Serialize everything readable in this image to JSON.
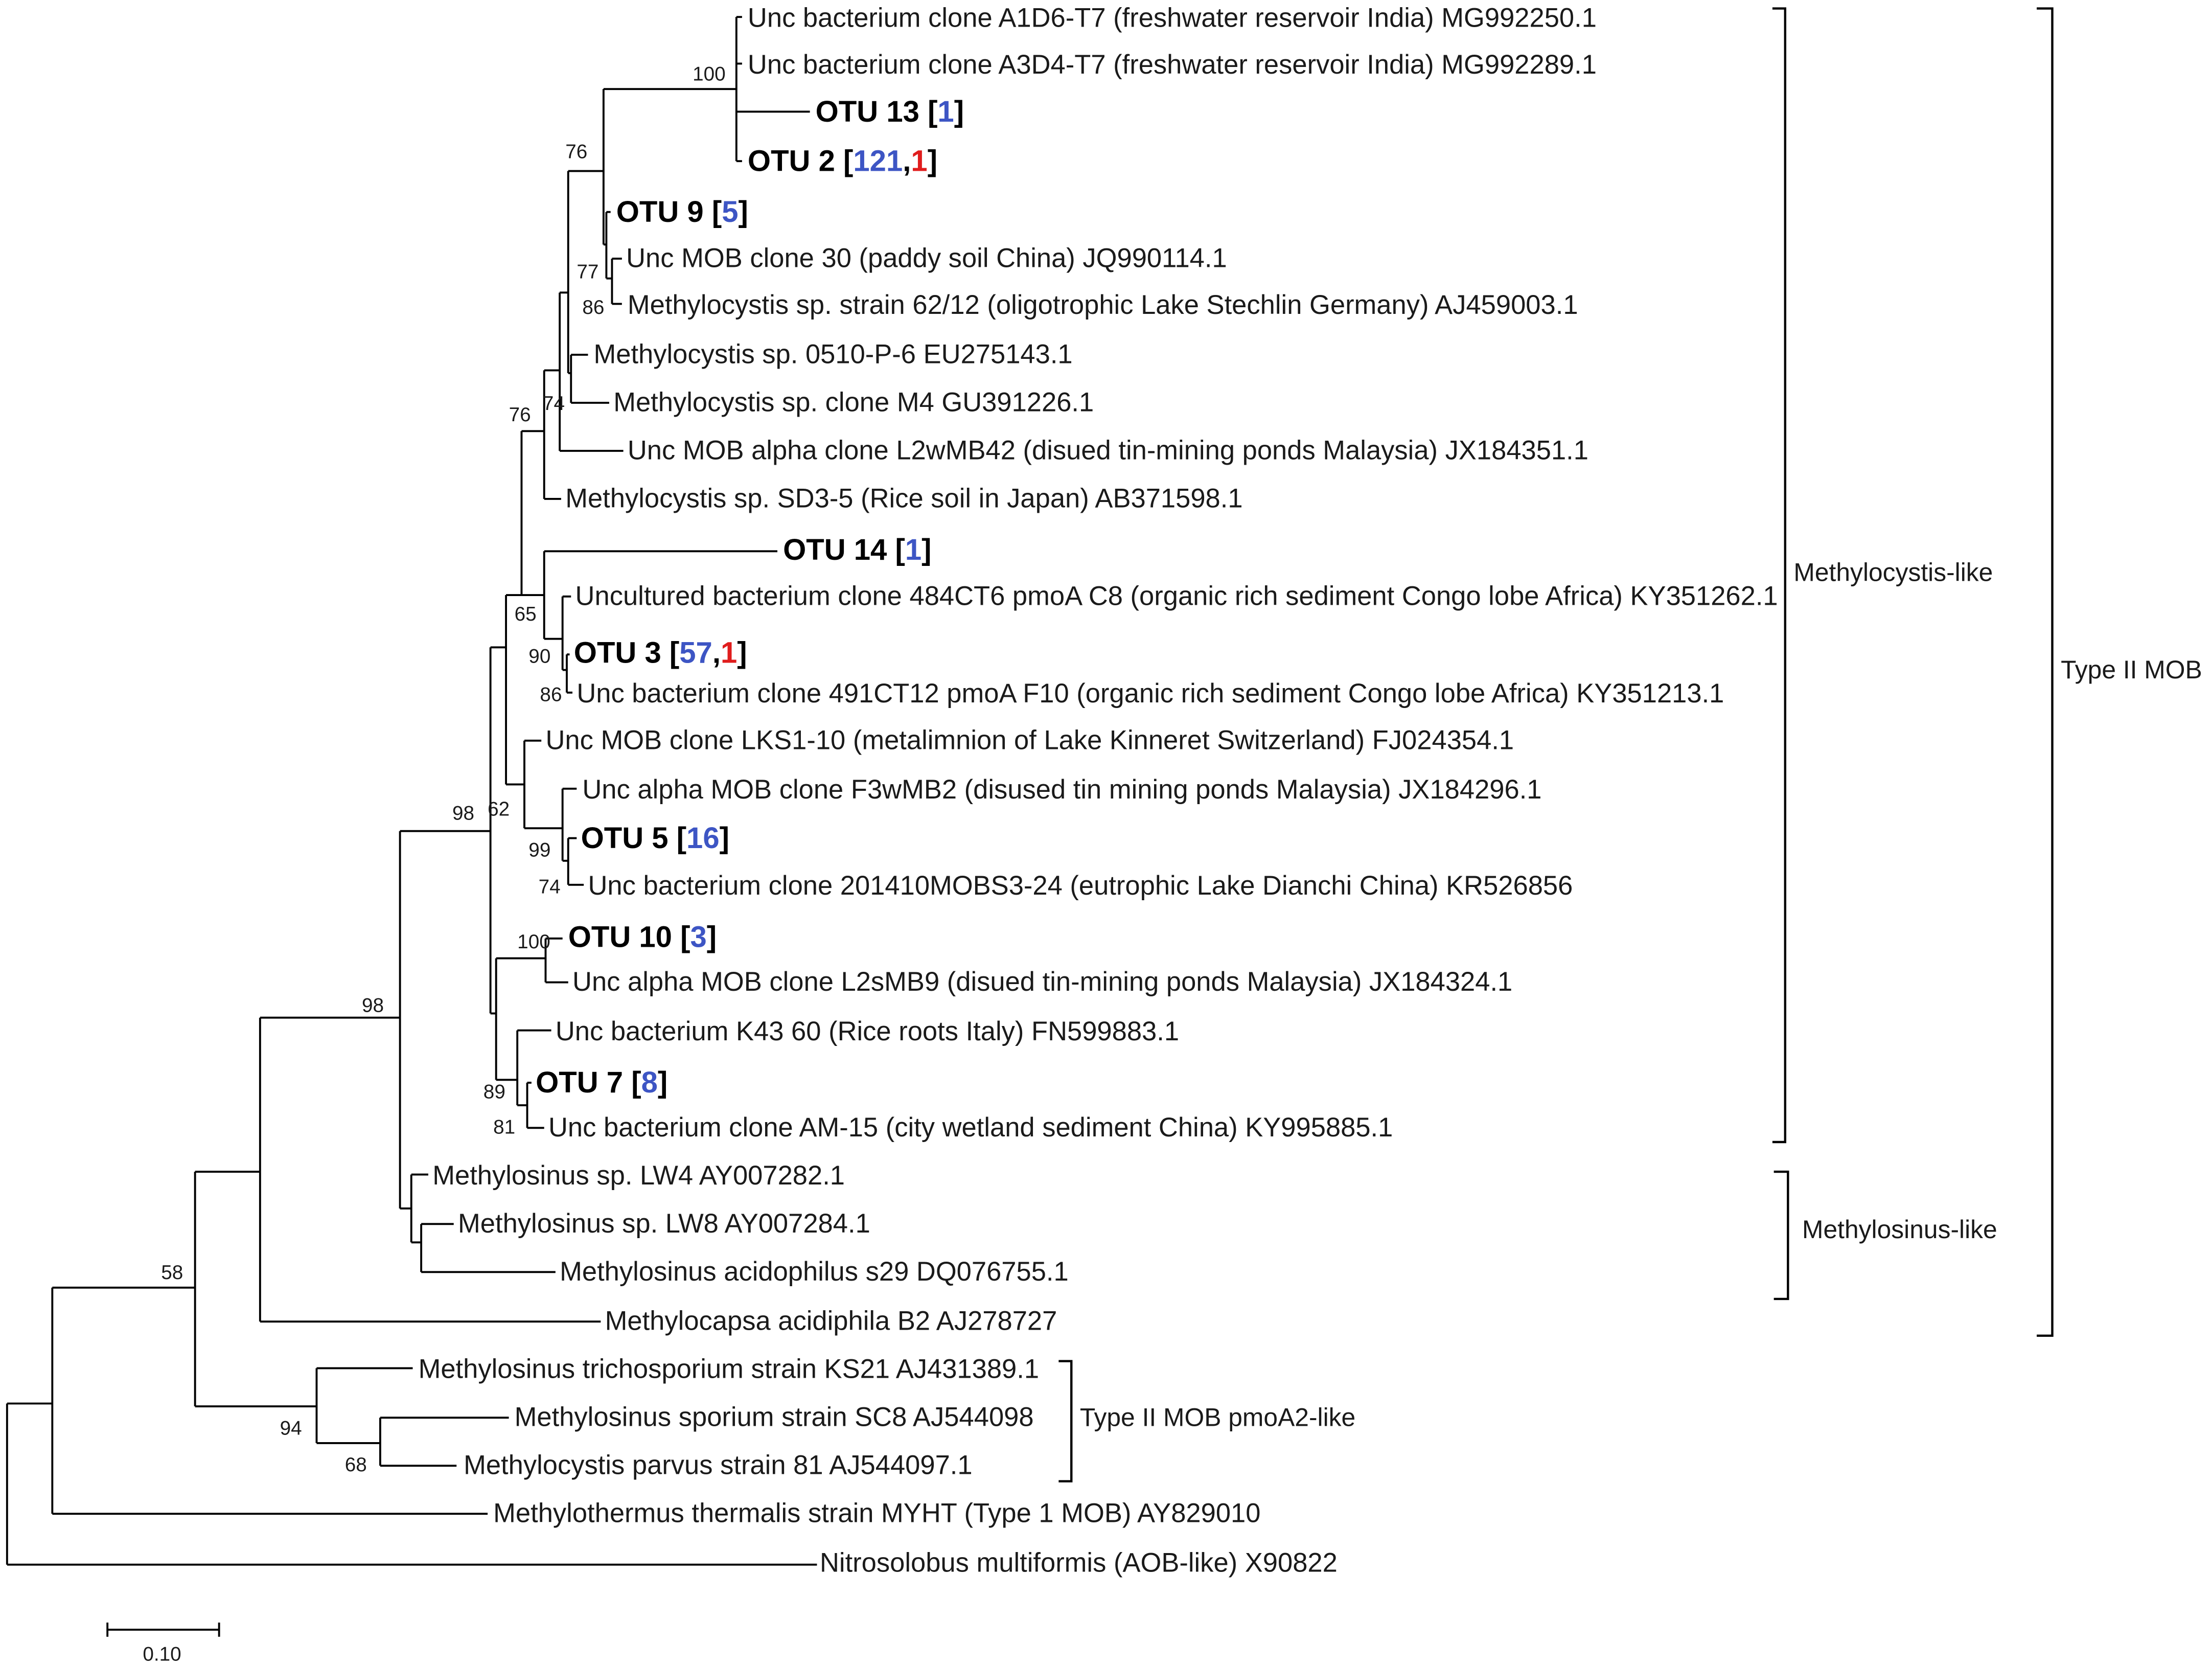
{
  "colors": {
    "blue_count": "#3d55c4",
    "red_count": "#e01d1d"
  },
  "leaves": [
    {
      "kind": "text",
      "text": "Unc bacterium clone A1D6-T7 (freshwater reservoir India) MG992250.1"
    },
    {
      "kind": "text",
      "text": "Unc bacterium clone A3D4-T7 (freshwater reservoir India) MG992289.1"
    },
    {
      "kind": "otu",
      "name": "OTU 13",
      "counts": [
        {
          "v": "1",
          "c": "blue"
        }
      ]
    },
    {
      "kind": "otu",
      "name": "OTU 2",
      "counts": [
        {
          "v": "121",
          "c": "blue"
        },
        {
          "v": "1",
          "c": "red"
        }
      ]
    },
    {
      "kind": "otu",
      "name": "OTU 9",
      "counts": [
        {
          "v": "5",
          "c": "blue"
        }
      ]
    },
    {
      "kind": "text",
      "text": "Unc MOB clone 30 (paddy soil China) JQ990114.1"
    },
    {
      "kind": "text",
      "text": "Methylocystis sp. strain 62/12 (oligotrophic Lake Stechlin Germany) AJ459003.1"
    },
    {
      "kind": "text",
      "text": "Methylocystis sp. 0510-P-6 EU275143.1"
    },
    {
      "kind": "text",
      "text": "Methylocystis sp. clone M4 GU391226.1"
    },
    {
      "kind": "text",
      "text": "Unc MOB alpha clone L2wMB42 (disued tin-mining ponds Malaysia) JX184351.1"
    },
    {
      "kind": "text",
      "text": "Methylocystis sp. SD3-5 (Rice soil in Japan) AB371598.1"
    },
    {
      "kind": "otu",
      "name": "OTU 14",
      "counts": [
        {
          "v": "1",
          "c": "blue"
        }
      ]
    },
    {
      "kind": "text",
      "text": "Uncultured bacterium clone 484CT6 pmoA C8 (organic rich sediment Congo lobe Africa) KY351262.1"
    },
    {
      "kind": "otu",
      "name": "OTU 3",
      "counts": [
        {
          "v": "57",
          "c": "blue"
        },
        {
          "v": "1",
          "c": "red"
        }
      ]
    },
    {
      "kind": "text",
      "text": "Unc bacterium clone 491CT12 pmoA F10 (organic rich sediment Congo lobe Africa) KY351213.1"
    },
    {
      "kind": "text",
      "text": "Unc MOB clone LKS1-10 (metalimnion of Lake Kinneret Switzerland) FJ024354.1"
    },
    {
      "kind": "text",
      "text": "Unc alpha MOB clone F3wMB2 (disused tin mining ponds Malaysia) JX184296.1"
    },
    {
      "kind": "otu",
      "name": "OTU 5",
      "counts": [
        {
          "v": "16",
          "c": "blue"
        }
      ]
    },
    {
      "kind": "text",
      "text": "Unc bacterium clone 201410MOBS3-24 (eutrophic Lake Dianchi China) KR526856"
    },
    {
      "kind": "otu",
      "name": "OTU 10",
      "counts": [
        {
          "v": "3",
          "c": "blue"
        }
      ]
    },
    {
      "kind": "text",
      "text": "Unc alpha MOB clone L2sMB9 (disued tin-mining ponds Malaysia) JX184324.1"
    },
    {
      "kind": "text",
      "text": "Unc bacterium K43 60 (Rice roots Italy) FN599883.1"
    },
    {
      "kind": "otu",
      "name": "OTU 7",
      "counts": [
        {
          "v": "8",
          "c": "blue"
        }
      ]
    },
    {
      "kind": "text",
      "text": "Unc bacterium clone AM-15 (city wetland sediment China) KY995885.1"
    },
    {
      "kind": "text",
      "text": "Methylosinus sp. LW4 AY007282.1"
    },
    {
      "kind": "text",
      "text": "Methylosinus sp. LW8 AY007284.1"
    },
    {
      "kind": "text",
      "text": "Methylosinus acidophilus s29 DQ076755.1"
    },
    {
      "kind": "text",
      "text": "Methylocapsa acidiphila B2 AJ278727"
    },
    {
      "kind": "text",
      "text": "Methylosinus trichosporium strain KS21 AJ431389.1"
    },
    {
      "kind": "text",
      "text": "Methylosinus sporium strain SC8 AJ544098"
    },
    {
      "kind": "text",
      "text": "Methylocystis parvus strain 81 AJ544097.1"
    },
    {
      "kind": "text",
      "text": "Methylothermus thermalis strain MYHT (Type 1 MOB) AY829010"
    },
    {
      "kind": "text",
      "text": "Nitrosolobus multiformis (AOB-like) X90822"
    }
  ],
  "bootstrap": [
    "100",
    "76",
    "77",
    "86",
    "74",
    "76",
    "65",
    "90",
    "86",
    "62",
    "99",
    "74",
    "100",
    "89",
    "81",
    "98",
    "98",
    "58",
    "94",
    "68"
  ],
  "clades": {
    "methylocystis": "Methylocystis-like",
    "methylosinus": "Methylosinus-like",
    "pmoa2": "Type II MOB pmoA2-like",
    "type2": "Type II MOB"
  },
  "scale_bar": {
    "label": "0.10"
  }
}
